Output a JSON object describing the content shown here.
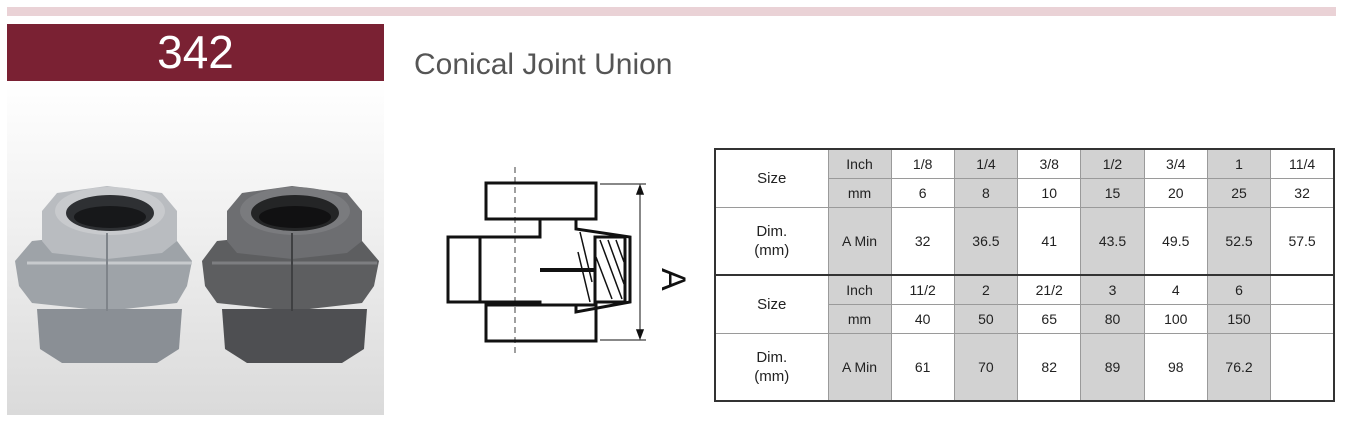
{
  "product_code": "342",
  "title": "Conical Joint Union",
  "drawing_label": "A",
  "table": {
    "size_label": "Size",
    "inch_label": "Inch",
    "mm_label": "mm",
    "dim_label_1": "Dim.",
    "dim_label_2": "(mm)",
    "amin_label": "A Min",
    "group1": {
      "inch": [
        "1/8",
        "1/4",
        "3/8",
        "1/2",
        "3/4",
        "1",
        "11/4"
      ],
      "mm": [
        "6",
        "8",
        "10",
        "15",
        "20",
        "25",
        "32"
      ],
      "amin": [
        "32",
        "36.5",
        "41",
        "43.5",
        "49.5",
        "52.5",
        "57.5"
      ]
    },
    "group2": {
      "inch": [
        "11/2",
        "2",
        "21/2",
        "3",
        "4",
        "6",
        ""
      ],
      "mm": [
        "40",
        "50",
        "65",
        "80",
        "100",
        "150",
        ""
      ],
      "amin": [
        "61",
        "70",
        "82",
        "89",
        "98",
        "76.2",
        ""
      ]
    }
  },
  "colors": {
    "brand": "#7a2133",
    "rule": "#ead2d6",
    "grey_cell": "#d2d2d2"
  }
}
